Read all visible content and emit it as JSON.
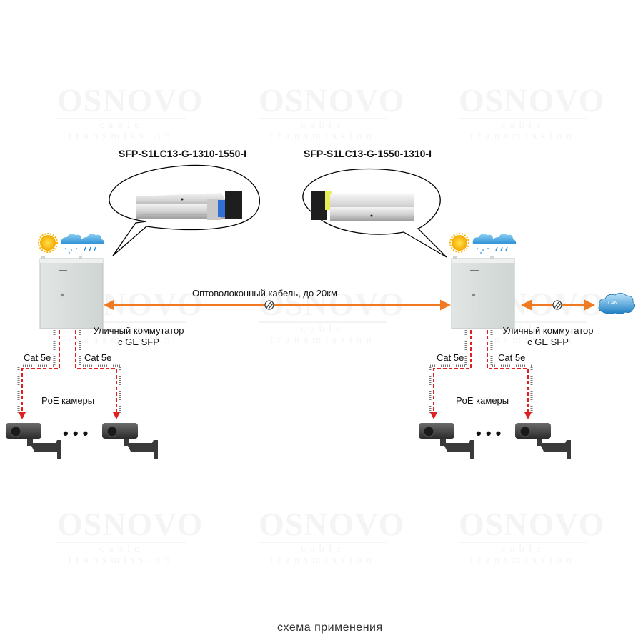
{
  "watermark": {
    "brand": "OSNOVO",
    "tagline": "cable transmission"
  },
  "sfp_modules": [
    {
      "title": "SFP-S1LC13-G-1310-1550-I",
      "latch_color": "#2f6fd6"
    },
    {
      "title": "SFP-S1LC13-G-1550-1310-I",
      "latch_color": "#e6ef5a"
    }
  ],
  "fiber_link": {
    "label": "Оптоволоконный кабель, до 20км",
    "color": "#f07a22"
  },
  "switches": [
    {
      "label_line1": "Уличный коммутатор",
      "label_line2": "с GE SFP"
    },
    {
      "label_line1": "Уличный коммутатор",
      "label_line2": "с GE SFP"
    }
  ],
  "weather_icons": [
    "sun-icon",
    "snow-cloud-icon",
    "rain-cloud-icon"
  ],
  "cables": {
    "left_a": "Cat 5e",
    "left_b": "Cat 5e",
    "right_a": "Cat 5e",
    "right_b": "Cat 5e",
    "poe_color": "#e02020"
  },
  "cameras": {
    "left_label": "PoE камеры",
    "right_label": "PoE камеры",
    "ellipsis": "• • •"
  },
  "lan": {
    "label": "LAN"
  },
  "caption": "схема применения"
}
